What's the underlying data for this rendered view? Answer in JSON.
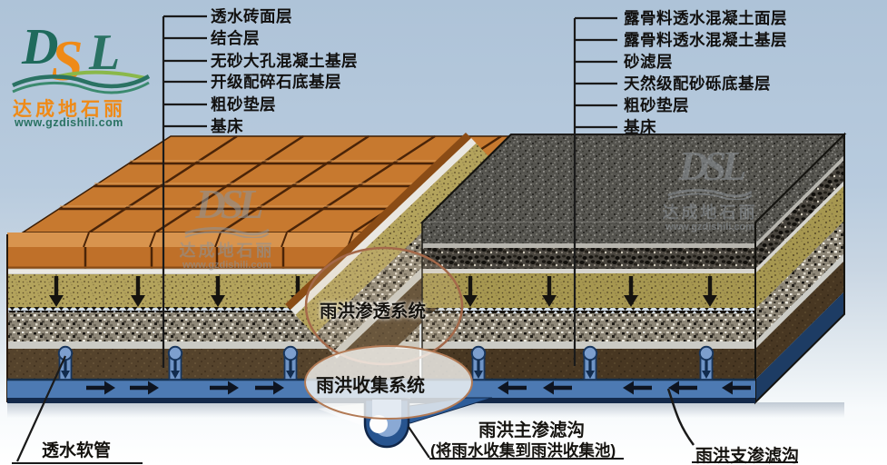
{
  "logo": {
    "mark_d": "D",
    "mark_s": "S",
    "mark_l": "L",
    "company": "达成地石丽",
    "website": "www.gzdishili.com"
  },
  "watermark": {
    "mark": "DSL",
    "company": "达成地石丽",
    "website": "www.gzdishili.com"
  },
  "labels_left": {
    "items": [
      {
        "text": "透水砖面层"
      },
      {
        "text": "结合层"
      },
      {
        "text": "无砂大孔混凝土基层"
      },
      {
        "text": "开级配碎石底基层"
      },
      {
        "text": "粗砂垫层"
      },
      {
        "text": "基床"
      }
    ]
  },
  "labels_right": {
    "items": [
      {
        "text": "露骨料透水混凝土面层"
      },
      {
        "text": "露骨料透水混凝土基层"
      },
      {
        "text": "砂滤层"
      },
      {
        "text": "天然级配砂砾底基层"
      },
      {
        "text": "粗砂垫层"
      },
      {
        "text": "基床"
      }
    ]
  },
  "annotations": {
    "infiltration_system": "雨洪渗透系统",
    "collection_system": "雨洪收集系统",
    "permeable_hose": "透水软管",
    "main_trench": "雨洪主渗滤沟",
    "main_trench_note": "(将雨水收集到雨洪收集池)",
    "branch_trench": "雨洪支渗滤沟"
  },
  "colors": {
    "sky": "#b0c4d8",
    "brick": "#c7792f",
    "sand": "#b3a35c",
    "gravel": "#8d8677",
    "exposed_aggregate_surface": "#565550",
    "subgrade_brown": "#54422c",
    "water_blue": "#4d7ab3",
    "ellipse_outline": "#a4694a",
    "logo_orange": "#ef8a17",
    "logo_teal": "#2a7263"
  }
}
